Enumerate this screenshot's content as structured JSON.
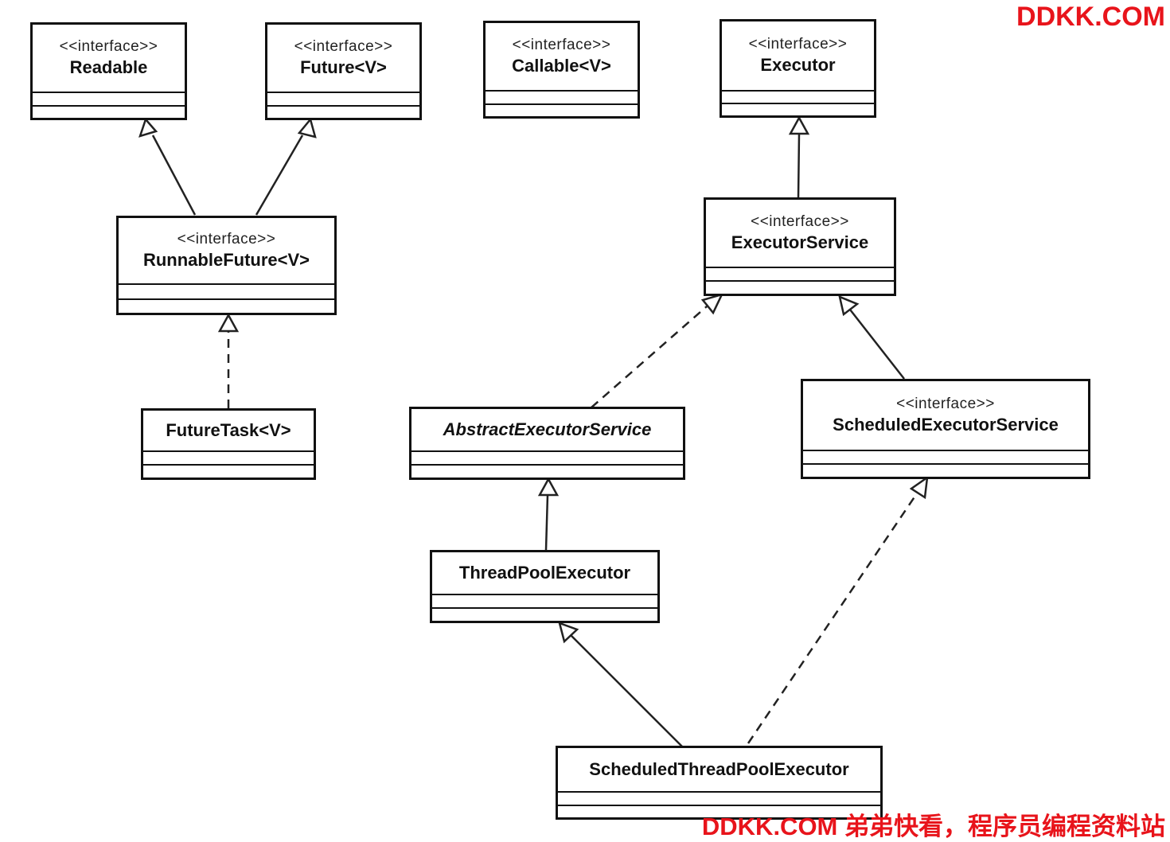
{
  "diagram": {
    "classes": {
      "readable": {
        "stereotype": "<<interface>>",
        "name": "Readable"
      },
      "future": {
        "stereotype": "<<interface>>",
        "name": "Future<V>"
      },
      "callable": {
        "stereotype": "<<interface>>",
        "name": "Callable<V>"
      },
      "executor": {
        "stereotype": "<<interface>>",
        "name": "Executor"
      },
      "runnable_future": {
        "stereotype": "<<interface>>",
        "name": "RunnableFuture<V>"
      },
      "executor_service": {
        "stereotype": "<<interface>>",
        "name": "ExecutorService"
      },
      "future_task": {
        "name": "FutureTask<V>"
      },
      "abstract_executor_service": {
        "name": "AbstractExecutorService"
      },
      "scheduled_executor_service": {
        "stereotype": "<<interface>>",
        "name": "ScheduledExecutorService"
      },
      "thread_pool_executor": {
        "name": "ThreadPoolExecutor"
      },
      "scheduled_thread_pool_executor": {
        "name": "ScheduledThreadPoolExecutor"
      }
    },
    "relations": [
      {
        "from": "runnable_future",
        "to": "readable",
        "kind": "generalization"
      },
      {
        "from": "runnable_future",
        "to": "future",
        "kind": "generalization"
      },
      {
        "from": "future_task",
        "to": "runnable_future",
        "kind": "realization"
      },
      {
        "from": "executor_service",
        "to": "executor",
        "kind": "generalization"
      },
      {
        "from": "abstract_executor_service",
        "to": "executor_service",
        "kind": "realization"
      },
      {
        "from": "scheduled_executor_service",
        "to": "executor_service",
        "kind": "generalization"
      },
      {
        "from": "thread_pool_executor",
        "to": "abstract_executor_service",
        "kind": "generalization"
      },
      {
        "from": "scheduled_thread_pool_executor",
        "to": "thread_pool_executor",
        "kind": "generalization"
      },
      {
        "from": "scheduled_thread_pool_executor",
        "to": "scheduled_executor_service",
        "kind": "realization"
      }
    ]
  },
  "watermark": {
    "top": "DDKK.COM",
    "bottom": "DDKK.COM 弟弟快看，程序员编程资料站",
    "color": "#e8141b"
  }
}
